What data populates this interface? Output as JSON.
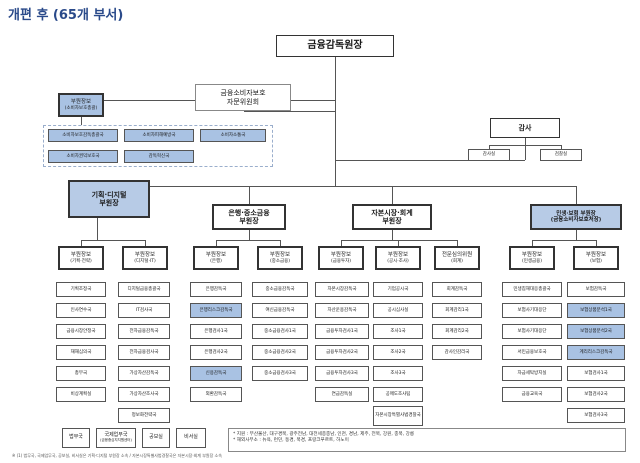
{
  "title": "개편 후 (65개 부서)",
  "top": {
    "governor": "금융감독원장",
    "consumer_committee": [
      "금융소비자보호",
      "자문위원회"
    ],
    "audit": "감사",
    "audit_units": [
      "감사실",
      "검찰실"
    ]
  },
  "consumer_aide": {
    "line1": "부원장보",
    "line2": "(소비자보호총괄)"
  },
  "consumer_units": [
    "소비자보호감독총괄국",
    "소비자피해예방국",
    "소비자소통국",
    "소비자권익보호국",
    "감독혁신국"
  ],
  "deputies": [
    {
      "line1": "기획·디지털",
      "line2": "부원장"
    },
    {
      "line1": "은행·중소금융",
      "line2": "부원장"
    },
    {
      "line1": "자본시장·회계",
      "line2": "부원장"
    },
    {
      "line1": "민생·보험 부원장",
      "line2": "(금융소비자보호처장)"
    }
  ],
  "aides": [
    {
      "line1": "부원장보",
      "line2": "(기획·전략)"
    },
    {
      "line1": "부원장보",
      "line2": "(디지털·IT)"
    },
    {
      "line1": "부원장보",
      "line2": "(은행)"
    },
    {
      "line1": "부원장보",
      "line2": "(중소금융)"
    },
    {
      "line1": "부원장보",
      "line2": "(공시·조사)"
    },
    {
      "line1": "부원장보",
      "line2": "(금융투자)"
    },
    {
      "line1": "전문심의위원",
      "line2": "(회계)"
    },
    {
      "line1": "부원장보",
      "line2": "(민생금융)"
    },
    {
      "line1": "부원장보",
      "line2": "(보험)"
    }
  ],
  "columns": [
    [
      "기획조정국",
      "인사연수국",
      "금융시장안정국",
      "재재심의국",
      "총무국",
      "비상계획실"
    ],
    [
      "디지털금융총괄국",
      "IT검사국",
      "전자금융감독국",
      "전자금융검사국",
      "가상자산감독국",
      "가상자산조사국",
      "정보화전략국"
    ],
    [
      "은행감독국",
      "은행리스크감독국",
      "은행검사1국",
      "은행검사2국",
      "신용감독국",
      "외환감독국"
    ],
    [
      "중소금융감독국",
      "여신금융감독국",
      "중소금융검사1국",
      "중소금융검사2국",
      "중소금융검사3국"
    ],
    [
      "자본시장감독국",
      "자산운용감독국",
      "금융투자검사1국",
      "금융투자검사2국",
      "금융투자검사3국",
      "연금감독실"
    ],
    [
      "기업공시국",
      "공시심사실",
      "조사1국",
      "조사2국",
      "조사3국",
      "공매도조사팀",
      "자본시장특별사법경찰국"
    ],
    [
      "회계감독국",
      "회계감리1국",
      "회계감리2국",
      "감사인감리국"
    ],
    [
      "민생침해대응총괄국",
      "보험사기대응단",
      "보험사기대응단",
      "서민금융보호국",
      "자금세탁방지실",
      "금융교육국"
    ],
    [
      "보험감독국",
      "보험상품분석1국",
      "보험상품분석2국",
      "계리리스크감독국",
      "보험검사1국",
      "보험검사2국",
      "보험검사3국"
    ]
  ],
  "bottom_units": [
    "법무국",
    "국제업무국",
    "공보실",
    "비서실"
  ],
  "bottom_unit_note": "(금융중심지지원센터)",
  "notes": [
    "* 지원 : 부산울산, 대구경북, 광주전남, 대전세종충남, 인천, 경남, 제주, 전북, 강원, 충북, 강릉",
    "* 해외사무소 : 뉴욕, 런던, 동경, 북경, 프랑크푸르트, 하노이"
  ],
  "footnote": "※ (1) 법무국, 국제업무국, 공보실, 비서실은 기획·디지털 부원장 소속 / 자본시장특별사법경찰국은 자본시장·회계 부원장 소속"
}
